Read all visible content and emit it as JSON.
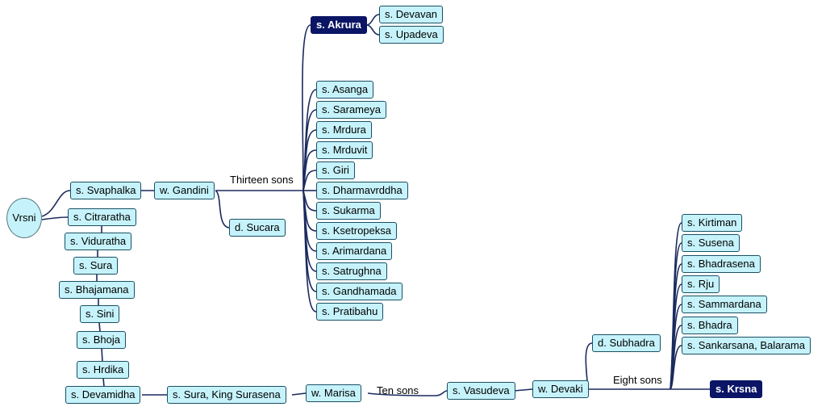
{
  "root": "Vrsni",
  "nodes": {
    "svaphalka": "s. Svaphalka",
    "gandini": "w. Gandini",
    "sucara": "d. Sucara",
    "akrura": "s. Akrura",
    "devavan": "s. Devavan",
    "upadeva": "s. Upadeva",
    "asanga": "s. Asanga",
    "sarameya": "s. Sarameya",
    "mrdura": "s. Mrdura",
    "mrduvit": "s. Mrduvit",
    "giri": "s. Giri",
    "dharmavrddha": "s. Dharmavrddha",
    "sukarma": "s. Sukarma",
    "ksetropeksa": "s. Ksetropeksa",
    "arimardana": "s. Arimardana",
    "satrughna": "s. Satrughna",
    "gandhamada": "s. Gandhamada",
    "pratibahu": "s. Pratibahu",
    "citraratha": "s. Citraratha",
    "viduratha": "s. Viduratha",
    "sura": "s. Sura",
    "bhajamana": "s. Bhajamana",
    "sini": "s. Sini",
    "bhoja": "s. Bhoja",
    "hrdika": "s. Hrdika",
    "devamidha": "s. Devamidha",
    "sura_surasena": "s. Sura, King Surasena",
    "marisa": "w. Marisa",
    "vasudeva": "s. Vasudeva",
    "devaki": "w. Devaki",
    "subhadra": "d. Subhadra",
    "kirtiman": "s. Kirtiman",
    "susena": "s. Susena",
    "bhadrasena": "s. Bhadrasena",
    "rju": "s. Rju",
    "sammardana": "s. Sammardana",
    "bhadra": "s. Bhadra",
    "sankarsana": "s. Sankarsana, Balarama",
    "krsna": "s. Krsna"
  },
  "edge_labels": {
    "thirteen_sons": "Thirteen sons",
    "ten_sons": "Ten sons",
    "eight_sons": "Eight sons"
  },
  "colors": {
    "node_fill": "#c6f3fb",
    "node_border": "#1a4f63",
    "highlight_fill": "#0b1565",
    "connector": "#1b2a5e"
  }
}
